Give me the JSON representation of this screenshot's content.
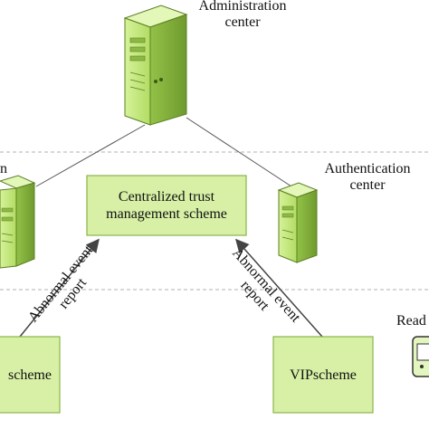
{
  "colors": {
    "server_light": "#c9ea8a",
    "server_mid": "#a8d45a",
    "server_dark": "#6f9a2e",
    "box_fill": "#d7f0a6",
    "box_stroke": "#8ab34a",
    "line": "#555555",
    "dash": "#b0b0b0"
  },
  "icons": {
    "administration_server": "server-tower-icon",
    "authentication_server": "server-tower-icon",
    "left_server": "server-tower-icon",
    "reader": "card-reader-icon"
  },
  "nodes": {
    "administration_center": {
      "line1": "Administration",
      "line2": "center"
    },
    "authentication_center": {
      "line1": "Authentication",
      "line2": "center"
    },
    "left_server": {
      "label_fragment": "n"
    },
    "centralized_trust": {
      "line1": "Centralized trust",
      "line2": "management scheme"
    },
    "left_scheme": {
      "label": "scheme"
    },
    "vip_scheme": {
      "label": "VIPscheme"
    },
    "reader": {
      "label_fragment": "Read"
    }
  },
  "edges": {
    "left_report": {
      "line1": "Abnormal event",
      "line2": "report"
    },
    "right_report": {
      "line1": "Abnormal event",
      "line2": "report"
    }
  }
}
